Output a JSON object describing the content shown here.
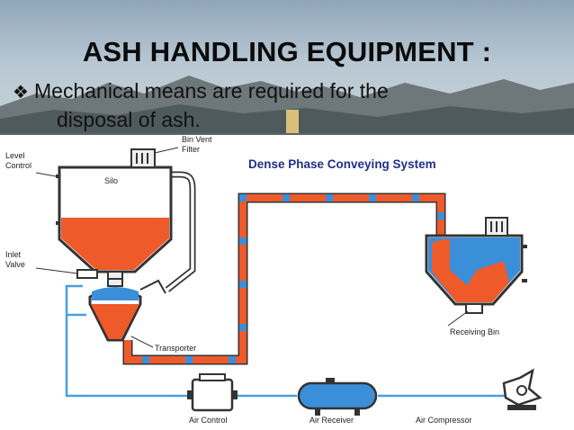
{
  "slide": {
    "title": "ASH HANDLING EQUIPMENT :",
    "bullet_marker_icon": "diamond-cluster-icon",
    "bullet_line1": "Mechanical means are required for the",
    "bullet_line2": "disposal of ash."
  },
  "diagram": {
    "title": "Dense Phase Conveying System",
    "labels": {
      "level_control_1": "Level",
      "level_control_2": "Control",
      "bin_vent_1": "Bin Vent",
      "bin_vent_2": "Filter",
      "silo": "Silo",
      "inlet_valve_1": "Inlet",
      "inlet_valve_2": "Valve",
      "transporter": "Transporter",
      "receiving_bin": "Receiving Bin",
      "air_control": "Air Control",
      "air_receiver": "Air Receiver",
      "air_compressor": "Air Compressor"
    },
    "colors": {
      "ash": "#ef5a2a",
      "vessel": "#3b8fd9",
      "air_line": "#4a9fe0",
      "title": "#1f2f8a"
    }
  }
}
